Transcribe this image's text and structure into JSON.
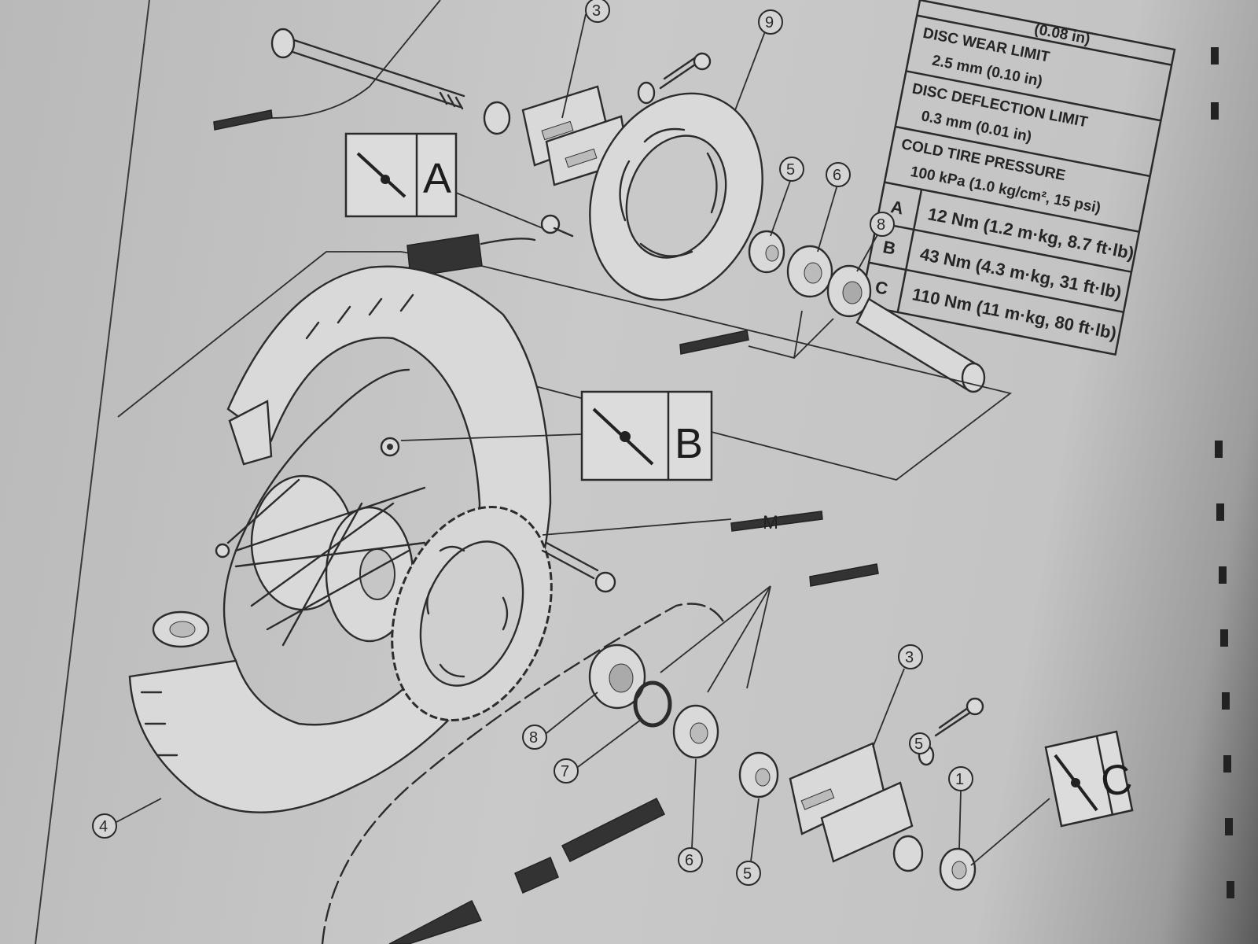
{
  "callouts": [
    {
      "id": "c3a",
      "label": "3"
    },
    {
      "id": "c9",
      "label": "9"
    },
    {
      "id": "c5a",
      "label": "5"
    },
    {
      "id": "c6a",
      "label": "6"
    },
    {
      "id": "c8a",
      "label": "8"
    },
    {
      "id": "c3b",
      "label": "3"
    },
    {
      "id": "c8b",
      "label": "8"
    },
    {
      "id": "c7",
      "label": "7"
    },
    {
      "id": "c6b",
      "label": "6"
    },
    {
      "id": "c5b",
      "label": "5"
    },
    {
      "id": "c5c",
      "label": "5"
    },
    {
      "id": "c1",
      "label": "1"
    },
    {
      "id": "c4",
      "label": "4"
    }
  ],
  "torque_symbols": [
    {
      "id": "A",
      "letter": "A"
    },
    {
      "id": "B",
      "letter": "B"
    },
    {
      "id": "C",
      "letter": "C"
    }
  ],
  "spec_table": {
    "top_fragment": "(0.08 in)",
    "disc_wear_limit": "DISC WEAR LIMIT",
    "disc_wear_value": "2.5 mm (0.10 in)",
    "disc_deflection_limit": "DISC DEFLECTION LIMIT",
    "disc_deflection_value": "0.3 mm (0.01 in)",
    "cold_tire_pressure": "COLD TIRE PRESSURE",
    "cold_tire_value": "100 kPa (1.0 kg/cm², 15 psi)",
    "torques": [
      {
        "key": "A",
        "value": "12 Nm (1.2 m·kg, 8.7 ft·lb)"
      },
      {
        "key": "B",
        "value": "43 Nm (4.3 m·kg, 31 ft·lb)"
      },
      {
        "key": "C",
        "value": "110 Nm (11 m·kg, 80 ft·lb)"
      }
    ]
  },
  "grease_mark_letter": "M"
}
